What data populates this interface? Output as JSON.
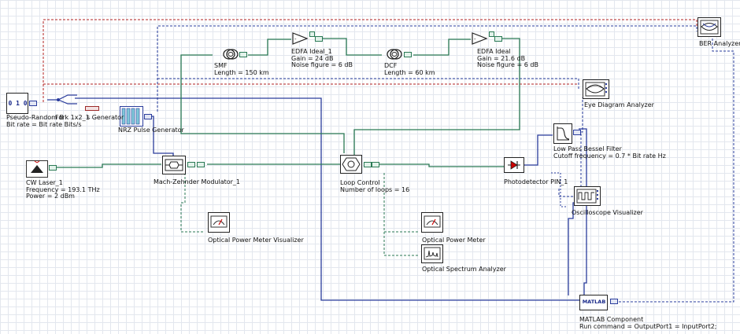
{
  "components": {
    "prbs": {
      "name": "Pseudo-Random B",
      "param": "Bit rate = Bit rate  Bits/s",
      "glyph": "0 1 0"
    },
    "fork": {
      "name": "Fork 1x2_1"
    },
    "nrz": {
      "name": "NRZ Pulse Generator",
      "name_prefix": "s Generator"
    },
    "cw": {
      "name": "CW Laser_1",
      "param1": "Frequency = 193.1  THz",
      "param2": "Power = 2  dBm"
    },
    "mzm": {
      "name": "Mach-Zehnder Modulator_1"
    },
    "opm1": {
      "name": "Optical Power Meter Visualizer"
    },
    "smf": {
      "name": "SMF",
      "param": "Length = 150  km"
    },
    "edfa1": {
      "name": "EDFA Ideal_1",
      "param1": "Gain = 24  dB",
      "param2": "Noise figure = 6  dB"
    },
    "dcf": {
      "name": "DCF",
      "param": "Length = 60  km"
    },
    "edfa2": {
      "name": "EDFA Ideal",
      "param1": "Gain = 21.6  dB",
      "param2": "Noise figure = 6  dB"
    },
    "loop": {
      "name": "Loop Control",
      "param": "Number of loops = 16"
    },
    "opm2": {
      "name": "Optical Power Meter"
    },
    "osa": {
      "name": "Optical Spectrum Analyzer"
    },
    "pd": {
      "name": "Photodetector PIN_1"
    },
    "lpf": {
      "name": "Low Pass Bessel Filter",
      "param": "Cutoff frequency = 0.7 * Bit rate  Hz"
    },
    "eye": {
      "name": "Eye Diagram Analyzer"
    },
    "osc": {
      "name": "Oscilloscope Visualizer"
    },
    "ber": {
      "name": "BER Analyzer_"
    },
    "matlab": {
      "name": "MATLAB Component",
      "param": "Run command = OutputPort1 = InputPort2;",
      "glyph": "MATLAB"
    }
  },
  "colors": {
    "optical": "#2b7a55",
    "electrical": "#2a3c9c",
    "reference": "#b22222",
    "monitor": "#2b7a55"
  },
  "icons": {
    "prbs": "bit-sequence-icon",
    "fork": "fork-icon",
    "nrz": "pulse-generator-icon",
    "cw": "laser-icon",
    "mzm": "modulator-icon",
    "opm": "power-meter-icon",
    "fiber": "fiber-coil-icon",
    "edfa": "amplifier-triangle-icon",
    "loop": "loop-control-icon",
    "osa": "spectrum-icon",
    "pd": "photodiode-icon",
    "lpf": "filter-icon",
    "eye": "eye-diagram-icon",
    "osc": "oscilloscope-icon",
    "ber": "ber-icon",
    "matlab": "matlab-icon"
  }
}
